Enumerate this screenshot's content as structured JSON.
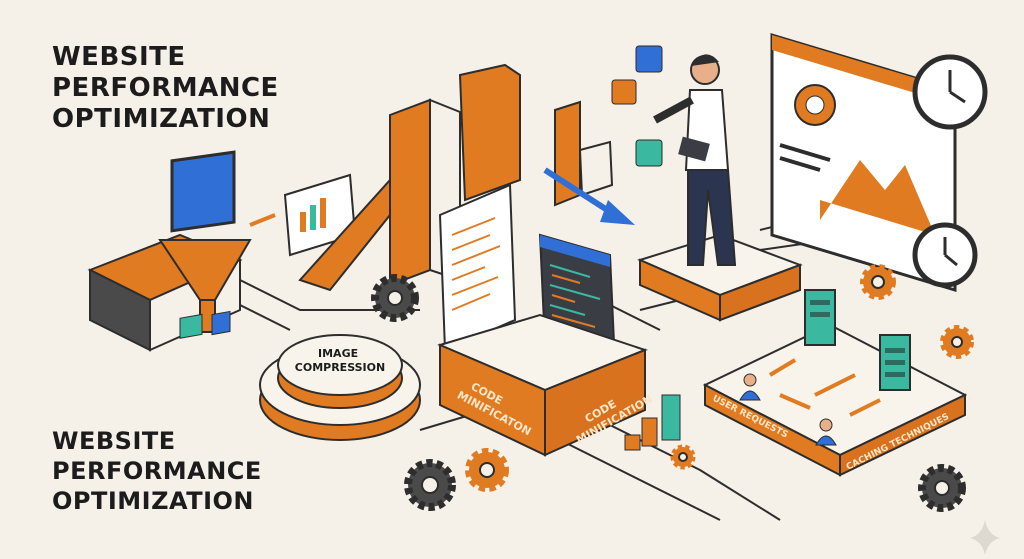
{
  "heading_top": {
    "line1": "WEBSITE",
    "line2": "PERFORMANCE",
    "line3": "OPTIMIZATION"
  },
  "heading_bottom": {
    "line1": "WEBSITE",
    "line2": "PERFORMANCE",
    "line3": "OPTIMIZATION"
  },
  "labels": {
    "image_compression_1": "IMAGE",
    "image_compression_2": "COMPRESSION",
    "code_min_left_1": "CODE",
    "code_min_left_2": "MINIFICATON",
    "code_min_right_1": "CODE",
    "code_min_right_2": "MINIFICATION",
    "user_requests": "USER REQUESTS",
    "caching": "CACHING TECHNIQUES"
  },
  "colors": {
    "background": "#f5f0e8",
    "orange": "#e07b22",
    "dark": "#2d2d2d",
    "teal": "#3bb8a0",
    "blue": "#2f6fd6"
  }
}
